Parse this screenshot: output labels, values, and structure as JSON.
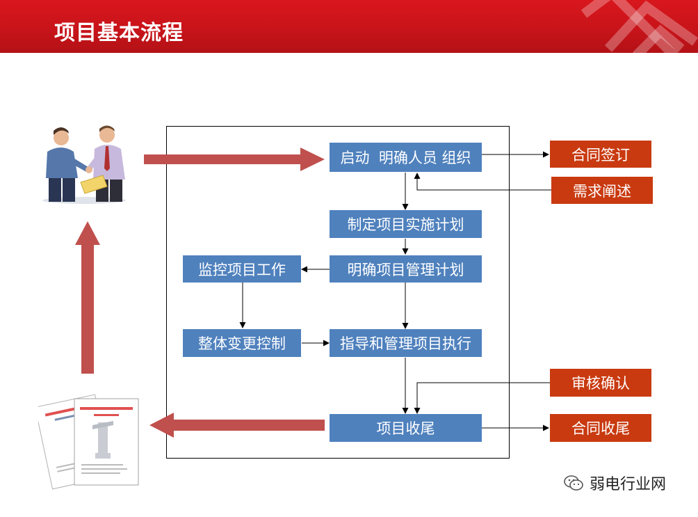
{
  "header": {
    "title": "项目基本流程"
  },
  "flow": {
    "start": "启动  明确人员 组织",
    "plan_impl": "制定项目实施计划",
    "plan_mgmt": "明确项目管理计划",
    "monitor": "监控项目工作",
    "change_ctrl": "整体变更控制",
    "execute": "指导和管理项目执行",
    "closing": "项目收尾"
  },
  "side": {
    "contract_sign": "合同签订",
    "requirements": "需求阐述",
    "review": "审核确认",
    "contract_close": "合同收尾"
  },
  "watermark": {
    "text": "弱电行业网"
  },
  "colors": {
    "header_red": "#c8141a",
    "flow_blue": "#4f81bd",
    "side_red": "#c93a10",
    "big_arrow": "#c0504d"
  }
}
